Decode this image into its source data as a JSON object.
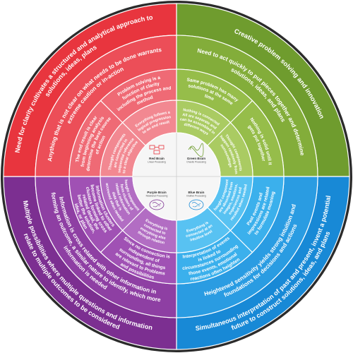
{
  "colors": {
    "outline": "#2b2b2b",
    "center": "#f6f6f6",
    "divider": "#ffffff",
    "red": [
      "#e8353e",
      "#ec4e58",
      "#ef6a75",
      "#f28891"
    ],
    "green": [
      "#6f9c2e",
      "#83ad3a",
      "#96bd4a",
      "#aacb62"
    ],
    "blue": [
      "#1889d6",
      "#2a9ce2",
      "#3bb0ec",
      "#58c2f2"
    ],
    "purple": [
      "#7c2f91",
      "#8e3fa3",
      "#a051b4",
      "#b26dc3"
    ]
  },
  "center": {
    "red": {
      "title": "Red Brain",
      "sub": "Linear Processing",
      "icon": "flowchart-icon"
    },
    "green": {
      "title": "Green Brain",
      "sub": "Chaotic Processing",
      "icon": "scribble-icon"
    },
    "purple": {
      "title": "Purple Brain",
      "sub": "Relational Processing",
      "icon": "relational-brain-icon"
    },
    "blue": {
      "title": "Blue Brain",
      "sub": "Intuitive Processing",
      "icon": "intuitive-brain-icon"
    }
  },
  "quadrants": {
    "red": {
      "ring1": "Need for clarity cultivates a structured and analytical approach to solutions, ideas, plans",
      "ring2": "Anything that is not clear on what needs to be done warrants extreme caution or in-action",
      "ring3a": "The end result is clear from beginning analysis determine the best course of action",
      "ring3b": "Problem solving is a function of clarity including the process and method",
      "ring4a": "Thought components are connected in sequential reference to a clear objective",
      "ring4b": "Everything follows a logical progression to an end result"
    },
    "green": {
      "ring1": "Creative problem solving and innovation",
      "ring2": "Need to act quickly to put pieces together and determine solutions, ideas, and plans",
      "ring3a": "Same problem has many solutions at the same time",
      "ring3b": "Nothing is solid until it gets put together",
      "ring4a": "Nothing is connected All are separate and can be assembled in different ways",
      "ring4b": "Thought components happen randomly from surroundings"
    },
    "blue": {
      "ring1": "Simultaneous interpretation of past and present, invent a potential future to construct solutions, ideas, and plans",
      "ring2": "Heightened sensitivity yields strong intuition and foundations for decisions and actions",
      "ring3a": "Past events and impressions are related to formulate meaning",
      "ring3b": "Interpretation of events is linked to circumstances surrounding those events, emotional reactions often heighten",
      "ring4a": "Thought components are absorbed from images, emotions, experiences and recalled when needed",
      "ring4b": "Everything is connected at an intuitive level"
    },
    "purple": {
      "ring1": "Multiple possibilities where multiple questions and information relate to multiple outcomes to be considered",
      "ring2": "Information is cross related with other information in forming an outcome, a similar nature to identify, which more information is needed",
      "ring3a": "Since no connection is independent of surrounding, all things are relevant to Problems and possibilities",
      "ring3b": "Information clusters become linked to other clusters forming cross related detail, the better the solution, idea, or plan",
      "ring4a": "Everything is connected to everything else through relation",
      "ring4b": "Thought components form clusters of related information data that is accessed when needed"
    }
  }
}
